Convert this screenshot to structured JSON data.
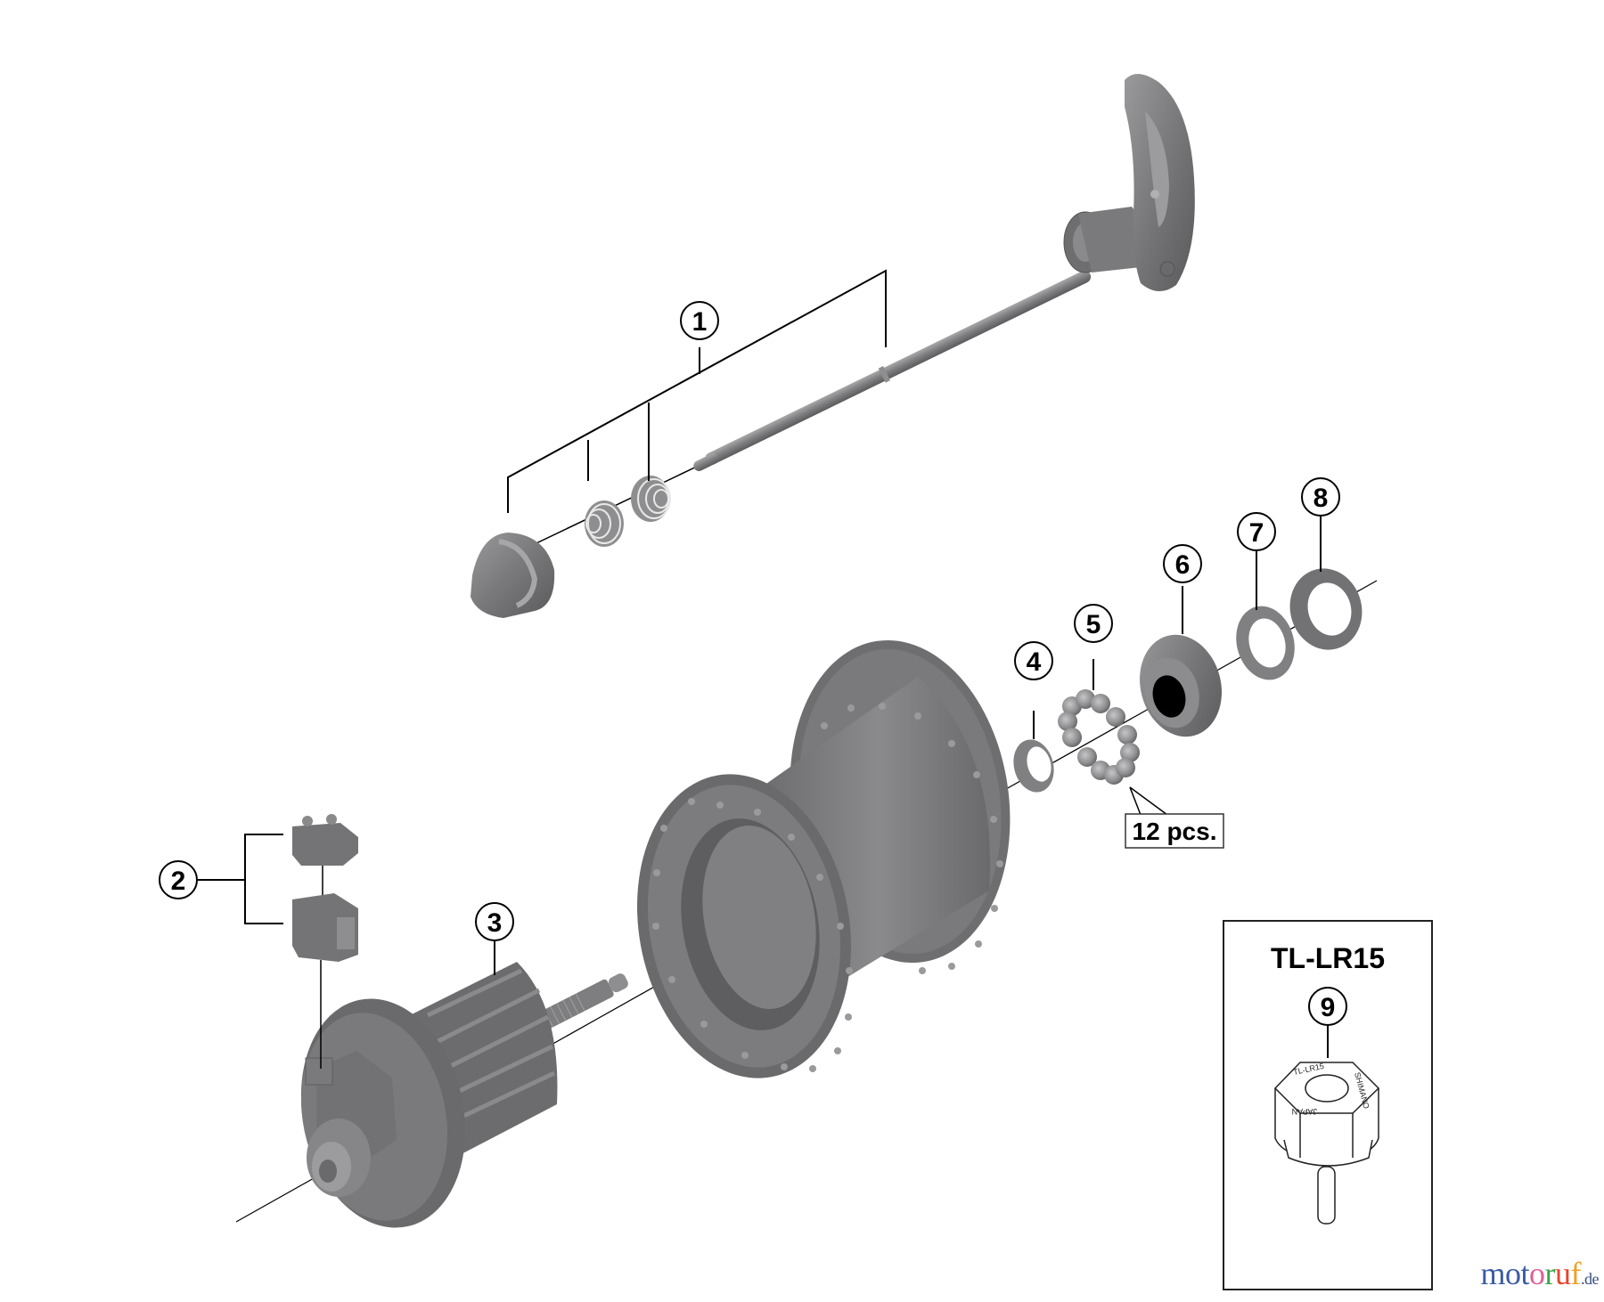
{
  "diagram": {
    "type": "exploded parts diagram",
    "subject": "bicycle rear hub assembly with quick release skewer",
    "parts": [
      {
        "id": "1",
        "label": "1",
        "description": "quick release skewer with lever, nut and two conical springs"
      },
      {
        "id": "2",
        "label": "2",
        "description": "connector cover set (upper cap and lower housing)"
      },
      {
        "id": "3",
        "label": "3",
        "description": "freehub / driver body with axle"
      },
      {
        "id": "4",
        "label": "4",
        "description": "dust seal ring"
      },
      {
        "id": "5",
        "label": "5",
        "description": "steel ball bearings"
      },
      {
        "id": "6",
        "label": "6",
        "description": "cone"
      },
      {
        "id": "7",
        "label": "7",
        "description": "washer / spacer"
      },
      {
        "id": "8",
        "label": "8",
        "description": "lock nut"
      },
      {
        "id": "9",
        "label": "9",
        "description": "lock ring removal tool"
      }
    ],
    "hub_shell": {
      "description": "large flange hub shell with spoke holes",
      "callout": null
    },
    "balls_note": {
      "text": "12 pcs."
    },
    "tool_box": {
      "title": "TL-LR15",
      "callout": "9",
      "engravings": [
        "TL-LR15",
        "SHIMANO",
        "JAPAN"
      ]
    }
  },
  "watermark": {
    "letters": [
      {
        "ch": "m",
        "color": "#3b5ba5"
      },
      {
        "ch": "o",
        "color": "#3b5ba5"
      },
      {
        "ch": "t",
        "color": "#3b5ba5"
      },
      {
        "ch": "o",
        "color": "#e0609a"
      },
      {
        "ch": "r",
        "color": "#3aa24a"
      },
      {
        "ch": "u",
        "color": "#e5452f"
      },
      {
        "ch": "f",
        "color": "#f0a020"
      }
    ],
    "suffix": ".de"
  }
}
